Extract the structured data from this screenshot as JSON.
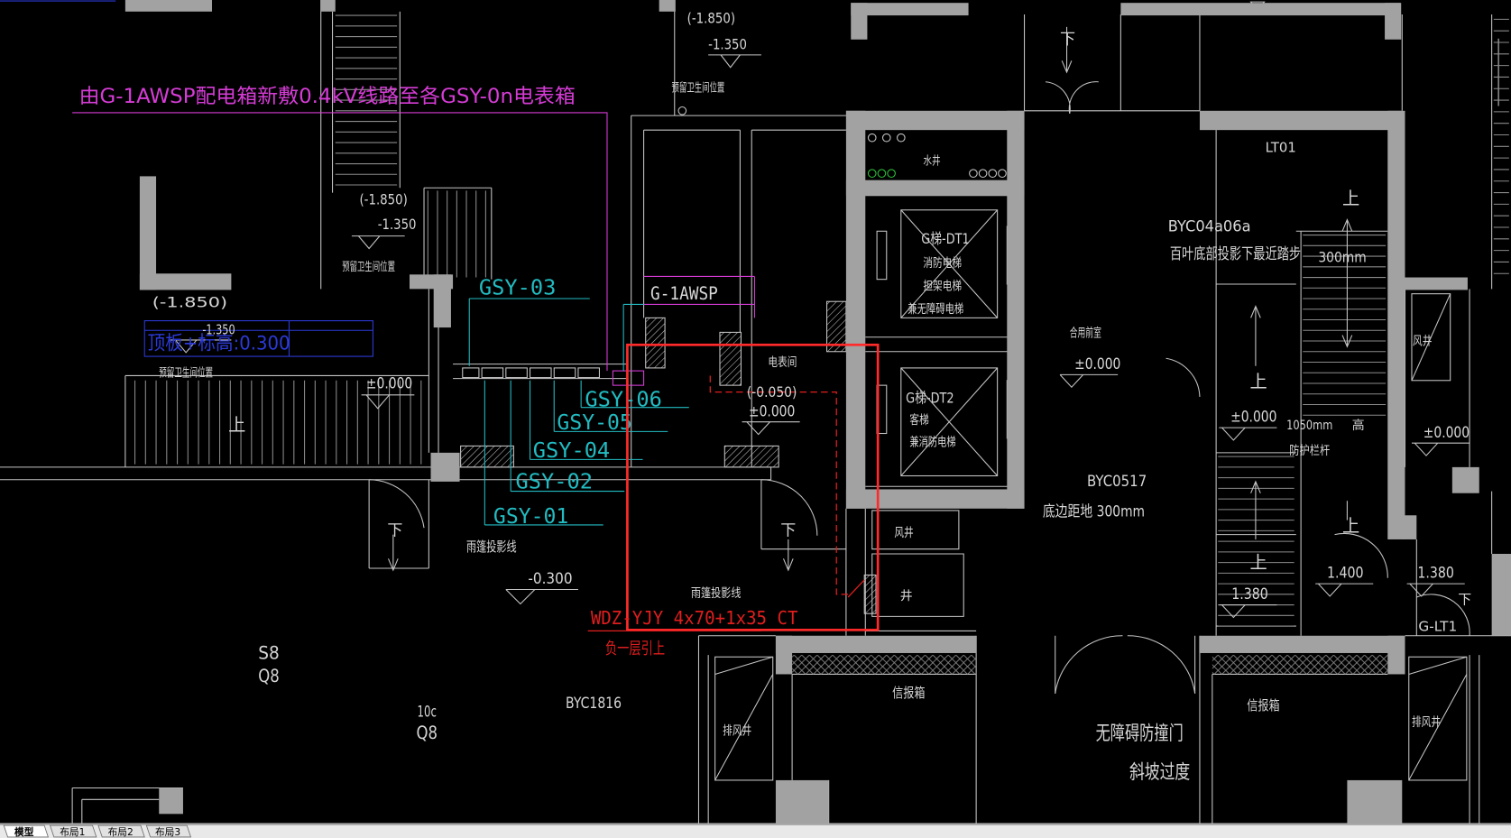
{
  "app": {
    "layout_tabs": [
      "模型",
      "布局1",
      "布局2",
      "布局3"
    ]
  },
  "colors": {
    "background": "#000000",
    "wall": "#a2a2a2",
    "line": "#c4c4c4",
    "text": "#d6d6d6",
    "magenta": "#d63cd6",
    "cyan": "#22bcc2",
    "red": "#e01e1e",
    "blue": "#2c3ad8",
    "highlight": "#ff2a2a"
  },
  "drawing": {
    "feed_note": "由G-1AWSP配电箱新敷0.4kV线路至各GSY-0n电表箱",
    "blue_note": "顶板+标高:0.300",
    "panel_id": "G-1AWSP",
    "meter_boxes": [
      "GSY-01",
      "GSY-02",
      "GSY-03",
      "GSY-04",
      "GSY-05",
      "GSY-06"
    ],
    "cable_spec": "WDZ-YJY 4x70+1x35 CT",
    "cable_origin": "负一层引上"
  },
  "rooms": {
    "meter_room": "电表间",
    "water_shaft": "水井",
    "elevator1": [
      "G梯-DT1",
      "消防电梯",
      "担架电梯",
      "兼无障碍电梯"
    ],
    "elevator2": [
      "G梯-DT2",
      "客梯",
      "兼消防电梯"
    ],
    "air_shaft": "风井",
    "shaft_partial": "井",
    "lobby": "合用前室",
    "stair_lt01": "LT01",
    "stair_glt1": "G-LT1",
    "right_air_shaft": "风井",
    "mailbox_left": "信报箱",
    "mailbox_right": "信报箱",
    "exhaust_left": "排风井",
    "exhaust_right": "排风井",
    "toilet_reserved": [
      "预留卫生间位置",
      "预留卫生间位置",
      "预留卫生间位置"
    ]
  },
  "levels": {
    "top": [
      "(-1.850)",
      "-1.350"
    ],
    "mid": [
      "(-1.850)",
      "-1.350"
    ],
    "left": [
      "(-1.850)",
      "-1.350"
    ],
    "left_floor": "±0.000",
    "meter_room_floor": [
      "(-0.050)",
      "±0.000"
    ],
    "canopy": "-0.300",
    "lobby": "±0.000",
    "stair_landing": "±0.000",
    "right": "±0.000",
    "step_1": "1.380",
    "step_2": "1.400",
    "step_3": "1.380"
  },
  "openings": {
    "byc1816": "BYC1816",
    "byc0517": "BYC0517",
    "byc0517_note": "底边距地 300mm",
    "byc04": "BYC04a06a",
    "byc04_note": "百叶底部投影下最近踏步",
    "byc04_dim": "300mm",
    "rail_height": "1050mm",
    "rail_height_suffix": "高",
    "rail": "防护栏杆",
    "door_note": "无障碍防撞门",
    "ramp_note": "斜坡过度"
  },
  "misc": {
    "canopy_line_1": "雨篷投影线",
    "canopy_line_2": "雨篷投影线",
    "s8": "S8",
    "q8_1": "Q8",
    "col_10c": "10c",
    "q8_2": "Q8"
  },
  "arrows": {
    "up": "上",
    "down": "下"
  }
}
